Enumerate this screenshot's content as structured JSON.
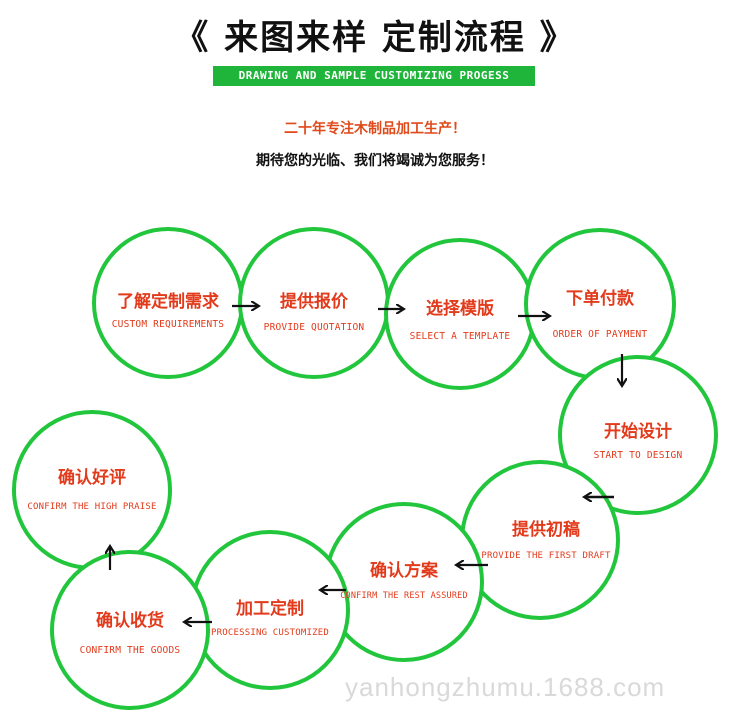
{
  "header": {
    "title": "《 来图来样  定制流程 》",
    "subtitle": "DRAWING AND SAMPLE CUSTOMIZING PROGESS",
    "slogan1": "二十年专注木制品加工生产！",
    "slogan2": "期待您的光临、我们将竭诚为您服务！"
  },
  "steps": [
    {
      "zh": "了解定制需求",
      "en": "CUSTOM REQUIREMENTS"
    },
    {
      "zh": "提供报价",
      "en": "PROVIDE QUOTATION"
    },
    {
      "zh": "选择模版",
      "en": "SELECT A TEMPLATE"
    },
    {
      "zh": "下单付款",
      "en": "ORDER OF PAYMENT"
    },
    {
      "zh": "开始设计",
      "en": "START TO DESIGN"
    },
    {
      "zh": "提供初稿",
      "en": "PROVIDE THE FIRST DRAFT"
    },
    {
      "zh": "确认方案",
      "en": "CONFIRM THE REST ASSURED"
    },
    {
      "zh": "加工定制",
      "en": "PROCESSING CUSTOMIZED"
    },
    {
      "zh": "确认收货",
      "en": "CONFIRM THE GOODS"
    },
    {
      "zh": "确认好评",
      "en": "CONFIRM THE HIGH PRAISE"
    }
  ],
  "watermark": "yanhongzhumu.1688.com",
  "colors": {
    "circle": "#22c63c",
    "text": "#e23a1b",
    "bar": "#1fb43a"
  }
}
